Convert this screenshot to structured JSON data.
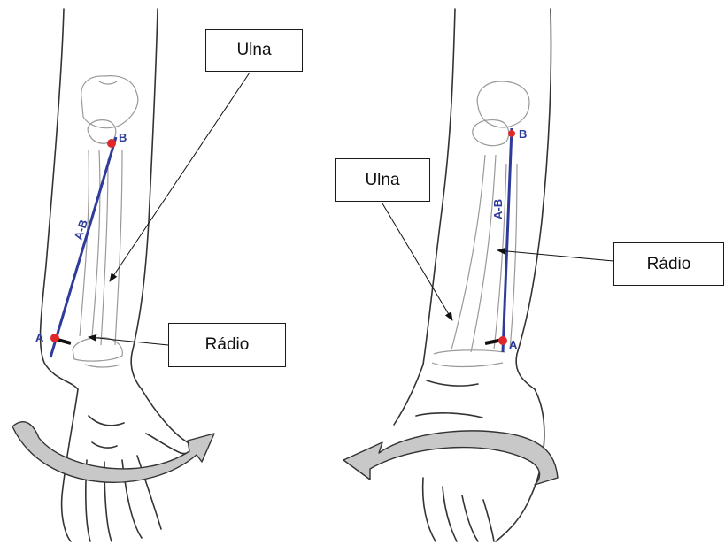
{
  "left_panel": {
    "ulna_label": "Ulna",
    "radius_label": "Rádio",
    "axis_label": "A-B",
    "point_a": "A",
    "point_b": "B"
  },
  "right_panel": {
    "ulna_label": "Ulna",
    "radius_label": "Rádio",
    "axis_label": "A-B",
    "point_a": "A",
    "point_b": "B"
  },
  "colors": {
    "axis_line": "#2f3b9a",
    "point": "#e0282a",
    "arrow_fill": "#c8c8c8",
    "outline": "#333333",
    "bone": "#9a9a9a"
  }
}
